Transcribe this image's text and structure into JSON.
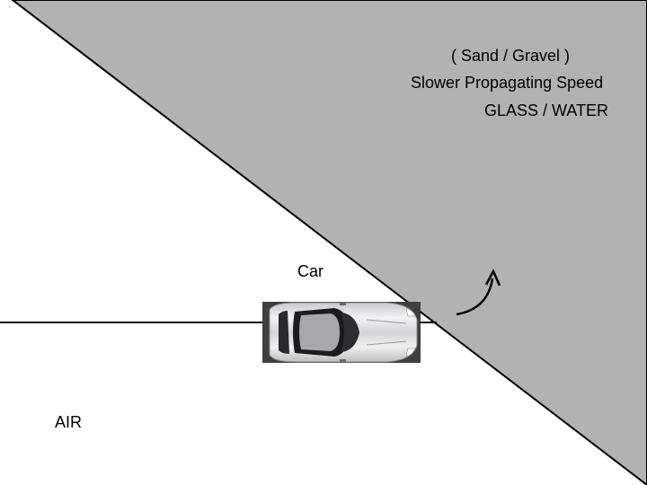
{
  "diagram": {
    "labels": {
      "medium_type": "( Sand / Gravel )",
      "speed_note": "Slower Propagating Speed",
      "medium_name": "GLASS / WATER",
      "car": "Car",
      "air": "AIR"
    },
    "colors": {
      "slow_medium_fill": "#b2b2b2",
      "air_background": "#ffffff",
      "lines": "#000000",
      "text": "#000000"
    },
    "icons": {
      "vehicle": "car-top-view-icon",
      "turn_arrow": "curved-arrow-icon"
    }
  }
}
